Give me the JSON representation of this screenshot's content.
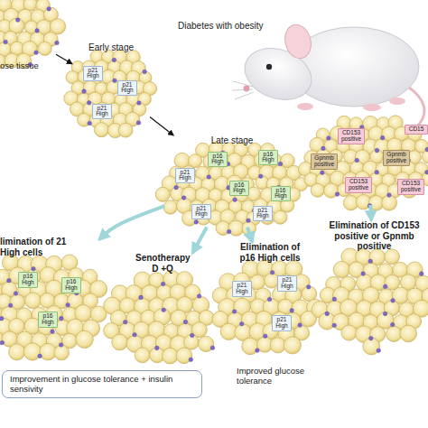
{
  "diagram": {
    "nodes": [
      {
        "text": [
          "ose tissue"
        ]
      },
      {
        "text": [
          "Early stage"
        ]
      },
      {
        "text": [
          "p21 High"
        ],
        "in": 1
      },
      {
        "text": [
          "p21 High"
        ],
        "in": 1
      },
      {
        "text": [
          "p21 High"
        ],
        "in": 1
      },
      {
        "text": [
          "Late stage"
        ]
      },
      {
        "text": [
          "p16 High"
        ],
        "in": 5
      },
      {
        "text": [
          "p16 High"
        ],
        "in": 5
      },
      {
        "text": [
          "p21 High"
        ],
        "in": 5
      },
      {
        "text": [
          "p16 High"
        ],
        "in": 5
      },
      {
        "text": [
          "p16 High"
        ],
        "in": 5
      },
      {
        "text": [
          "p21 High"
        ],
        "in": 5
      },
      {
        "text": [
          "p21 High"
        ],
        "in": 5
      },
      {
        "text": []
      },
      {
        "text": [
          "CD153 positive"
        ],
        "in": 13
      },
      {
        "text": [
          "CD15"
        ],
        "in": 13
      },
      {
        "text": [
          "Gpnmb positive"
        ],
        "in": 13
      },
      {
        "text": [
          "Gpnmb positive"
        ],
        "in": 13
      },
      {
        "text": [
          "CD153 positive"
        ],
        "in": 13
      },
      {
        "text": [
          "CD153 positive"
        ],
        "in": 13
      },
      {
        "text": [
          "limination of 21 High cells"
        ]
      },
      {
        "text": [
          "p16 High"
        ],
        "in": 20
      },
      {
        "text": [
          "p16 High"
        ],
        "in": 20
      },
      {
        "text": [
          "p16 High"
        ],
        "in": 20
      },
      {
        "text": [
          "Senotherapy D +Q"
        ]
      },
      {
        "text": [
          "Elimination of p16 High cells"
        ]
      },
      {
        "text": [
          "p21 High"
        ],
        "in": 25
      },
      {
        "text": [
          "p21 High"
        ],
        "in": 25
      },
      {
        "text": [
          "p21 High"
        ],
        "in": 25
      },
      {
        "text": [
          "Elimination of CD153 positive or Gpnmb positive"
        ]
      },
      {
        "text": [
          "Improvement in glucose tolerance + insulin sensivity"
        ]
      }
    ],
    "edges": [
      {
        "from": 0,
        "to": 1,
        "arrow": "to"
      },
      {
        "from": 1,
        "to": 5,
        "arrow": "to"
      },
      {
        "from": 5,
        "to": 20,
        "arrow": "to"
      },
      {
        "from": 5,
        "to": 24,
        "arrow": "to"
      },
      {
        "from": 5,
        "to": 25,
        "arrow": "to"
      },
      {
        "from": 13,
        "to": 29,
        "arrow": "to"
      }
    ],
    "labels": [
      "Diabetes with obesity",
      "Improved glucose tolerance"
    ]
  }
}
